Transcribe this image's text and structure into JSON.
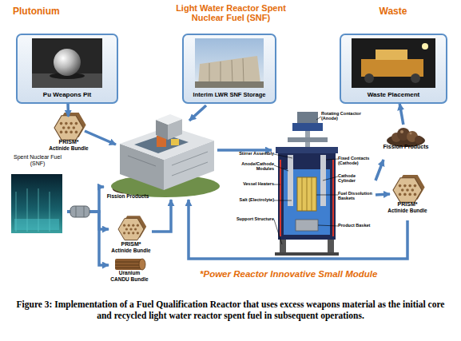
{
  "diagram": {
    "caption": "Figure 3: Implementation of a Fuel Qualification Reactor that uses excess weapons material as the initial core and recycled light water reactor spent fuel in subsequent operations.",
    "nodes": [
      {
        "text": [
          "Plutonium",
          "Pu Weapons Pit"
        ]
      },
      {
        "text": [
          "Light Water Reactor Spent Nuclear Fuel (SNF)",
          "Interim LWR SNF Storage"
        ]
      },
      {
        "text": [
          "Waste",
          "Waste Placement"
        ]
      },
      {
        "text": [
          "PRISM*",
          "Actinide Bundle"
        ]
      },
      {
        "text": [
          "Fission Products"
        ]
      },
      {
        "text": [
          "PRISM*",
          "Actinide Bundle"
        ]
      },
      {
        "text": [
          "Spent Nuclear Fuel (SNF)"
        ]
      },
      {
        "text": [
          "Fission Products"
        ]
      },
      {
        "text": [
          "PRISM*",
          "Actinide Bundle"
        ]
      },
      {
        "text": [
          "Uranium",
          "CANDU Bundle"
        ]
      }
    ],
    "edges": [
      {
        "from": 0,
        "to": 3,
        "arrow": "to"
      },
      {
        "from": 4,
        "to": 2,
        "arrow": "to"
      },
      {
        "from": 6,
        "to": 7,
        "arrow": "to"
      },
      {
        "from": 6,
        "to": 8,
        "arrow": "to"
      },
      {
        "from": 6,
        "to": 9,
        "arrow": "to"
      }
    ],
    "labels": [
      "Rotating Contactor (Anode)",
      "Stirrer Assembly",
      "Fixed Contacts (Cathode)",
      "Anode/Cathode Modules",
      "Cathode Cylinder",
      "Vessel Heaters",
      "Fuel Dissolution Baskets",
      "Salt (Electrolyte)",
      "Product Basket",
      "Support Structure",
      "*Power Reactor Innovative Small Module"
    ]
  }
}
